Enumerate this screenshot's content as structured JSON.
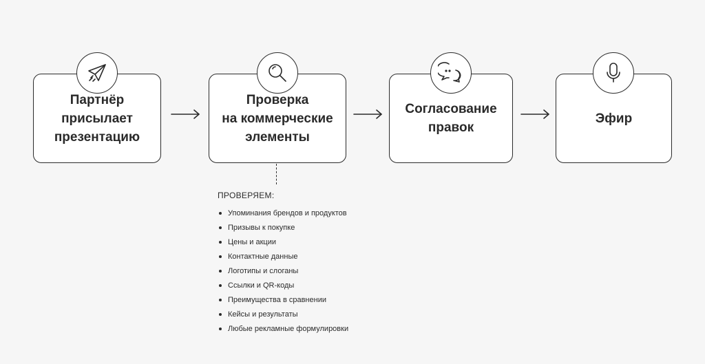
{
  "steps": [
    {
      "title": "Партнёр\nприсылает\nпрезентацию",
      "icon": "paper-plane-icon"
    },
    {
      "title": "Проверка\nна коммерческие\nэлементы",
      "icon": "magnifier-icon"
    },
    {
      "title": "Согласование\nправок",
      "icon": "chat-bubbles-icon"
    },
    {
      "title": "Эфир",
      "icon": "microphone-icon"
    }
  ],
  "checklist": {
    "title": "ПРОВЕРЯЕМ:",
    "items": [
      "Упоминания брендов и продуктов",
      "Призывы к покупке",
      "Цены и акции",
      "Контактные данные",
      "Логотипы и слоганы",
      "Ссылки и QR-коды",
      "Преимущества в сравнении",
      "Кейсы и результаты",
      "Любые рекламные формулировки"
    ]
  },
  "colors": {
    "line": "#2a2a2a",
    "background": "#f6f6f6",
    "box": "#ffffff"
  }
}
